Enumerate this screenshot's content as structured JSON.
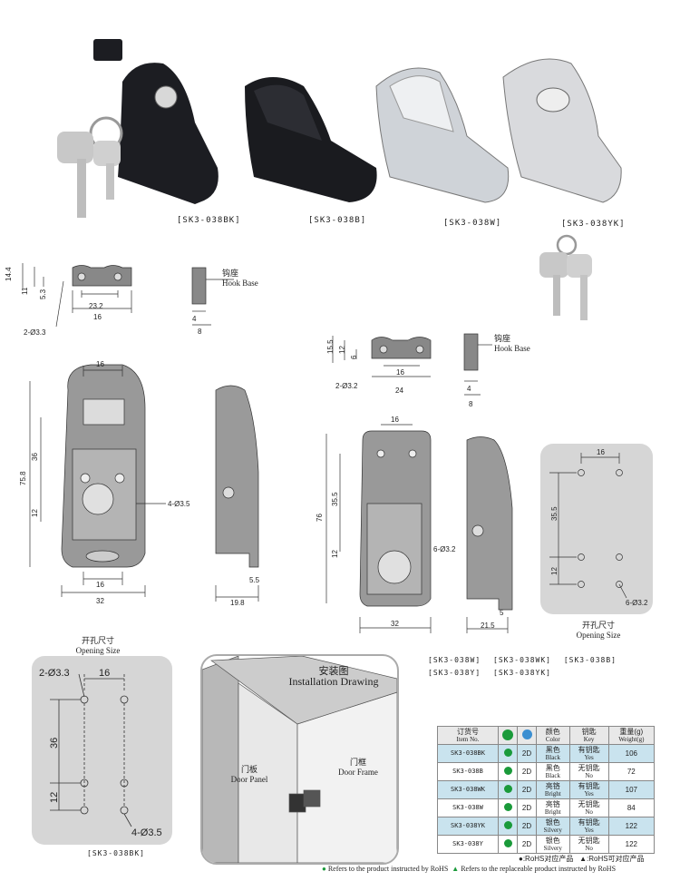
{
  "products": {
    "captions": [
      "[SK3-038BK]",
      "[SK3-038B]",
      "[SK3-038W]",
      "[SK3-038YK]"
    ],
    "colors": {
      "black": "#1c1d22",
      "chrome": "#cfd3d8",
      "silver": "#d9dadd"
    }
  },
  "drawing1": {
    "hook_base_cn": "钩座",
    "hook_base_en": "Hook Base",
    "dims": {
      "h1": "14.4",
      "h2": "11",
      "h3": "5.3",
      "w1": "16",
      "w2": "23.2",
      "hole": "2-Ø3.3",
      "side_w1": "4",
      "side_w2": "8",
      "body_w": "16",
      "body_h": "75.8",
      "pitch": "36",
      "offset": "12",
      "holes": "4-Ø3.5",
      "bottom_w1": "16",
      "bottom_w2": "32",
      "side_b1": "5.5",
      "side_b2": "19.8"
    }
  },
  "drawing2": {
    "hook_base_cn": "钩座",
    "hook_base_en": "Hook Base",
    "dims": {
      "h1": "15.5",
      "h2": "12",
      "h3": "6",
      "w1": "16",
      "w2": "24",
      "hole": "2-Ø3.2",
      "side_w1": "4",
      "side_w2": "8",
      "top_w": "16",
      "body_h": "76",
      "pitch": "35.5",
      "offset": "12",
      "holes": "6-Ø3.2",
      "bottom_w": "32",
      "side_b1": "5",
      "side_b2": "21.5"
    }
  },
  "opening_right": {
    "cn": "开孔尺寸",
    "en": "Opening Size",
    "w": "16",
    "h1": "35.5",
    "h2": "12",
    "holes": "6-Ø3.2"
  },
  "opening_left": {
    "cn": "开孔尺寸",
    "en": "Opening Size",
    "hole": "2-Ø3.3",
    "w": "16",
    "h1": "36",
    "h2": "12",
    "holes": "4-Ø3.5",
    "caption": "[SK3-038BK]"
  },
  "installation": {
    "cn": "安装图",
    "en": "Installation Drawing",
    "door_panel_cn": "门板",
    "door_panel_en": "Door Panel",
    "door_frame_cn": "门框",
    "door_frame_en": "Door Frame"
  },
  "models_applicable": {
    "line1": [
      "[SK3-038W]",
      "[SK3-038WK]",
      "[SK3-038B]"
    ],
    "line2": [
      "[SK3-038Y]",
      "[SK3-038YK]"
    ]
  },
  "spec_table": {
    "headers": [
      {
        "cn": "订货号",
        "en": "Item No."
      },
      {
        "cn": "",
        "en": ""
      },
      {
        "cn": "",
        "en": ""
      },
      {
        "cn": "颜色",
        "en": "Color"
      },
      {
        "cn": "钥匙",
        "en": "Key"
      },
      {
        "cn": "重量(g)",
        "en": "Weight(g)"
      }
    ],
    "rows": [
      {
        "item": "SK3-038BK",
        "temp": "2D",
        "color_cn": "黑色",
        "color_en": "Black",
        "key_cn": "有钥匙",
        "key_en": "Yes",
        "weight": "106",
        "hl": true
      },
      {
        "item": "SK3-038B",
        "temp": "2D",
        "color_cn": "黑色",
        "color_en": "Black",
        "key_cn": "无钥匙",
        "key_en": "No",
        "weight": "72",
        "hl": false
      },
      {
        "item": "SK3-038WK",
        "temp": "2D",
        "color_cn": "亮铬",
        "color_en": "Bright",
        "key_cn": "有钥匙",
        "key_en": "Yes",
        "weight": "107",
        "hl": true
      },
      {
        "item": "SK3-038W",
        "temp": "2D",
        "color_cn": "亮铬",
        "color_en": "Bright",
        "key_cn": "无钥匙",
        "key_en": "No",
        "weight": "84",
        "hl": false
      },
      {
        "item": "SK3-038YK",
        "temp": "2D",
        "color_cn": "银色",
        "color_en": "Silvery",
        "key_cn": "有钥匙",
        "key_en": "Yes",
        "weight": "122",
        "hl": true
      },
      {
        "item": "SK3-038Y",
        "temp": "2D",
        "color_cn": "银色",
        "color_en": "Silvery",
        "key_cn": "无钥匙",
        "key_en": "No",
        "weight": "122",
        "hl": false
      }
    ]
  },
  "legend": {
    "rohs_cn": "●:RoHS对应产品",
    "rohs_replace_cn": "▲:RoHS可对应产品",
    "rohs_en": "Refers to the product instructed by RoHS",
    "rohs_replace_en": "Refers to the replaceable product instructed by RoHS",
    "rohs_color": "#1a9a3a"
  }
}
